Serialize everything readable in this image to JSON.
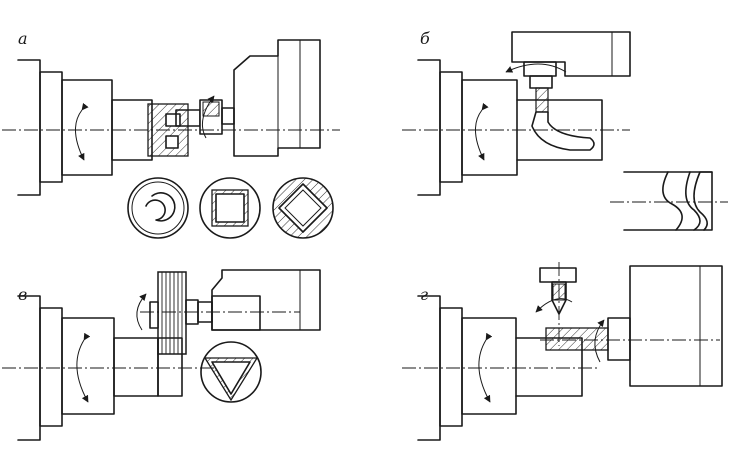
{
  "panels": [
    {
      "id": "a",
      "label": "а"
    },
    {
      "id": "b",
      "label": "б"
    },
    {
      "id": "v",
      "label": "в"
    },
    {
      "id": "g",
      "label": "г"
    }
  ],
  "colors": {
    "line": "#1a1a1a",
    "background": "#ffffff"
  }
}
